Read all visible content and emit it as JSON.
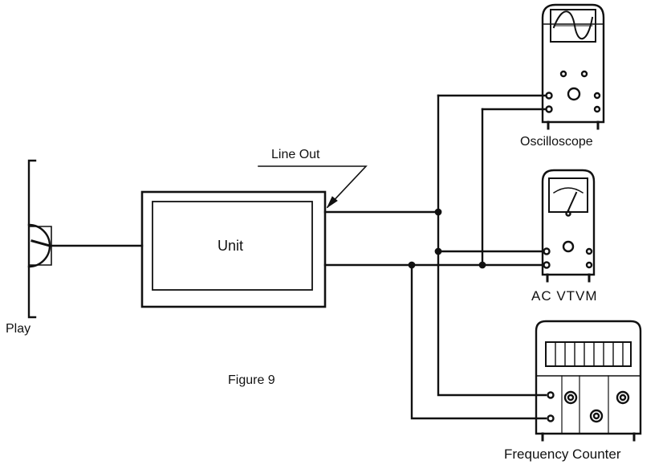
{
  "diagram": {
    "labels": {
      "line_out": "Line Out",
      "unit": "Unit",
      "play": "Play",
      "figure": "Figure 9",
      "oscilloscope": "Oscilloscope",
      "ac_vtvm": "AC VTVM",
      "frequency_counter": "Frequency Counter"
    }
  },
  "colors": {
    "ink": "#111111",
    "background": "#ffffff"
  }
}
